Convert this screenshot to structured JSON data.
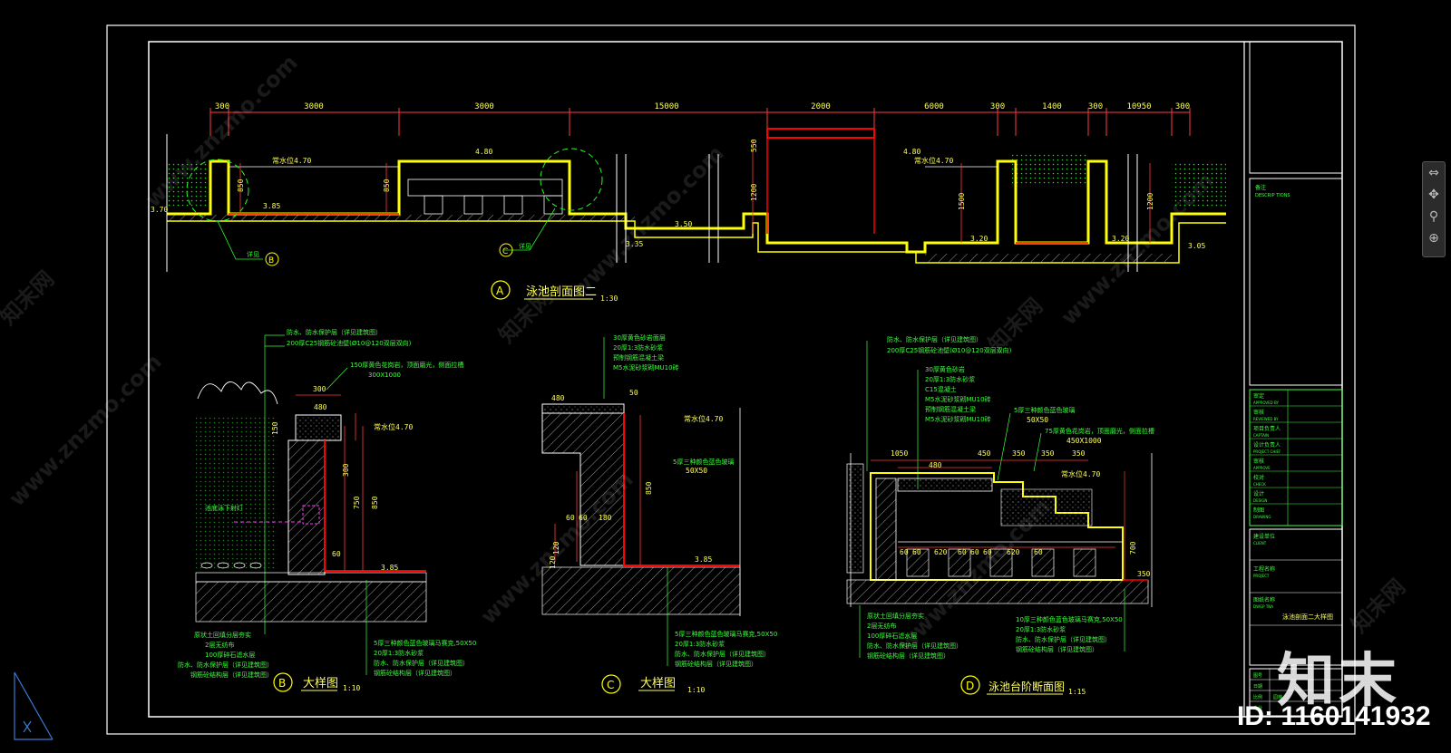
{
  "drawing": {
    "section_a": {
      "marker": "A",
      "title": "泳池剖面图二",
      "scale": "1:30",
      "dims": [
        "300",
        "3000",
        "3000",
        "15000",
        "2000",
        "6000",
        "300",
        "1400",
        "300",
        "10950",
        "300"
      ],
      "levels": [
        "常水位4.70",
        "常水位4.70",
        "4.80",
        "4.80",
        "3.85",
        "3.70",
        "3.50",
        "3.35",
        "3.20",
        "3.20",
        "3.05"
      ],
      "heights": [
        "850",
        "850",
        "1200",
        "550",
        "1500",
        "1200"
      ],
      "callout_b": "B",
      "callout_c": "C",
      "callout_label": "详见"
    },
    "detail_b": {
      "marker": "B",
      "title": "大样图",
      "scale": "1:10",
      "notes_top": [
        "防水、防水保护层（详见建筑图）",
        "200厚C25钢筋砼池壁(Ø10@120双层双向)",
        "150厚黄色花岗岩，顶面磨光，侧面拉槽",
        "300X1000"
      ],
      "dims": [
        "300",
        "480",
        "150",
        "750",
        "850",
        "300",
        "60",
        "3.85"
      ],
      "level": "常水位4.70",
      "side_note": "池底泳下射灯",
      "notes_bottom_left": [
        "原状土回填分层夯实",
        "2层无纺布",
        "100厚碎石滤水层",
        "防水、防水保护层（详见建筑图）",
        "钢筋砼结构层（详见建筑图）"
      ],
      "notes_bottom_right": [
        "5厚三种颜色蓝色玻璃马赛克,50X50",
        "20厚1:3防水砂浆",
        "防水、防水保护层（详见建筑图）",
        "钢筋砼结构层（详见建筑图）"
      ]
    },
    "detail_c": {
      "marker": "C",
      "title": "大样图",
      "scale": "1:10",
      "notes_top": [
        "30厚黄色砂岩面层",
        "20厚1:3防水砂浆",
        "预制钢筋混凝土梁",
        "M5水泥砂浆砌MU10砖"
      ],
      "dims": [
        "480",
        "50",
        "850",
        "60",
        "60",
        "180",
        "120",
        "120",
        "3.85"
      ],
      "level": "常水位4.70",
      "mosaic_note": "5厚三种颜色蓝色玻璃",
      "mosaic_size": "50X50",
      "notes_bottom": [
        "5厚三种颜色蓝色玻璃马赛克,50X50",
        "20厚1:3防水砂浆",
        "防水、防水保护层（详见建筑图）",
        "钢筋砼结构层（详见建筑图）"
      ]
    },
    "detail_d": {
      "marker": "D",
      "title": "泳池台阶断面图",
      "scale": "1:15",
      "notes_top": [
        "防水、防水保护层（详见建筑图）",
        "200厚C25钢筋砼池壁(Ø10@120双层双向)",
        "30厚黄色砂岩",
        "20厚1:3防水砂浆",
        "C15混凝土",
        "M5水泥砂浆砌MU10砖",
        "预制钢筋混凝土梁",
        "M5水泥砂浆砌MU10砖"
      ],
      "mosaic_note": "5厚三种颜色蓝色玻璃",
      "mosaic_size": "50X50",
      "stone_note": "75厚黄色花岗岩，顶面磨光，侧面拉槽",
      "stone_size": "450X1000",
      "dims": [
        "1050",
        "450",
        "350",
        "350",
        "480",
        "350",
        "60",
        "60",
        "620",
        "60",
        "60",
        "60",
        "620",
        "60",
        "700",
        "350"
      ],
      "level": "常水位4.70",
      "notes_bottom_left": [
        "原状土回填分层夯实",
        "2层无纺布",
        "100厚碎石滤水层",
        "防水、防水保护层（详见建筑图）",
        "钢筋砼结构层（详见建筑图）"
      ],
      "notes_bottom_right": [
        "10厚三种颜色蓝色玻璃马赛克,50X50",
        "20厚1:3防水砂浆",
        "防水、防水保护层（详见建筑图）",
        "钢筋砼结构层（详见建筑图）"
      ]
    },
    "title_block": {
      "notes_header": "备注",
      "notes_header_en": "DESCRIP TIONS",
      "rows": [
        {
          "cn": "审定",
          "en": "APPROVED BY"
        },
        {
          "cn": "审核",
          "en": "REVIEWED BY"
        },
        {
          "cn": "项目负责人",
          "en": "CAPTAIN"
        },
        {
          "cn": "设计负责人",
          "en": "PROJECT CHIEF"
        },
        {
          "cn": "审核",
          "en": "APPROVE"
        },
        {
          "cn": "校对",
          "en": "CHECK"
        },
        {
          "cn": "设计",
          "en": "DESIGN"
        },
        {
          "cn": "制图",
          "en": "DRAWING"
        }
      ],
      "client": "建设单位",
      "client_en": "CLIENT",
      "project": "工程名称",
      "project_en": "PROJECT",
      "drawing_name_label": "图纸名称",
      "drawing_name_en": "DWGP TNA",
      "drawing_name": "泳池剖面二大样图",
      "footer_labels": [
        "图号",
        "日期",
        "比例",
        "专业"
      ],
      "footer_value": "园林"
    }
  },
  "watermark": {
    "logo": "知末",
    "id": "ID: 1160141932",
    "tile": "www.znzmo.com",
    "tile_cn": "知末网"
  },
  "toolbar": [
    "⇔",
    "✥",
    "⚲",
    "⊕"
  ],
  "colors": {
    "background": "#000000",
    "frame": "#ffffff",
    "dim_red": "#ff3b3b",
    "dim_text": "#ffff55",
    "note_green": "#3cff3c",
    "structure_yellow": "#ffff00",
    "accent_red": "#ff0000",
    "section_green": "#00ff00",
    "magenta": "#ff33ff",
    "frame_cyan": "#3a7bd5"
  }
}
